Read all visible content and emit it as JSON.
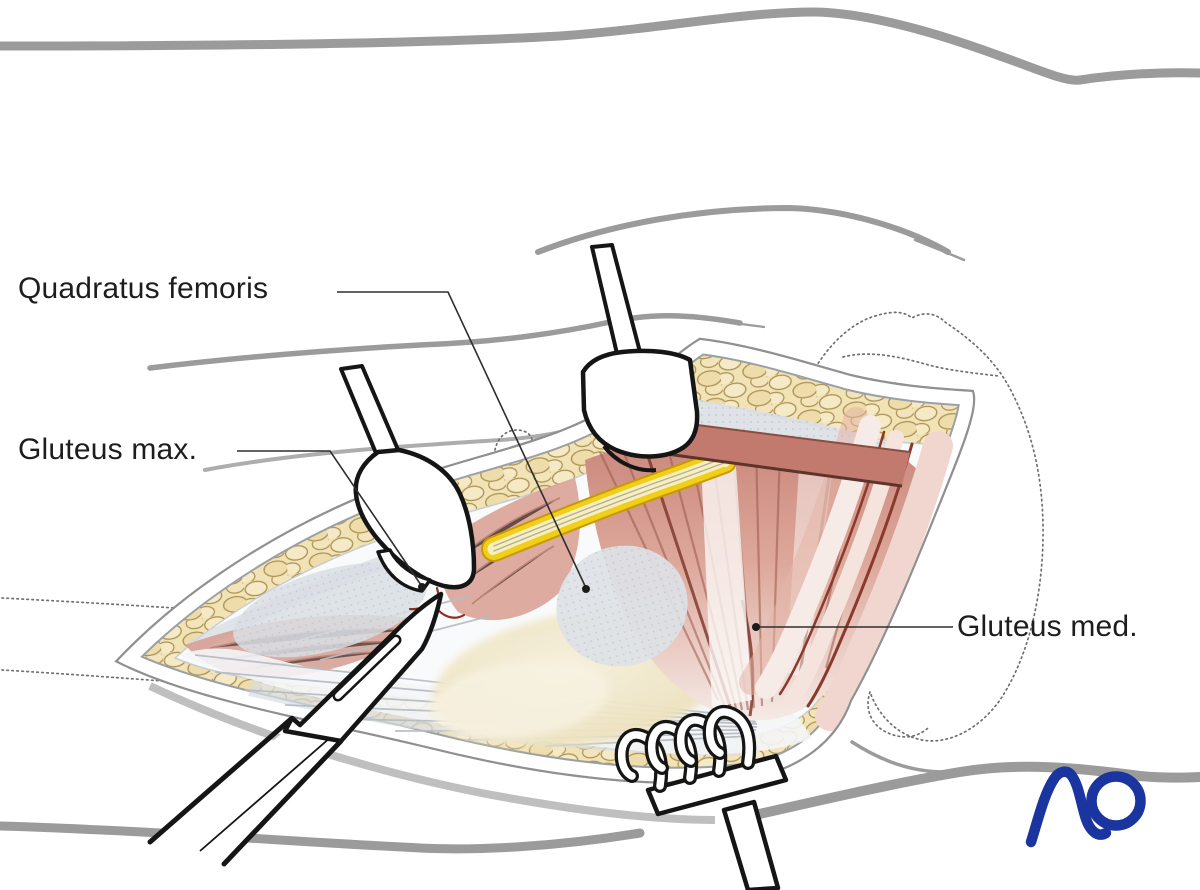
{
  "figure": {
    "kind": "surgical-approach-illustration",
    "labels": [
      {
        "id": "quadratus-femoris",
        "text": "Quadratus femoris"
      },
      {
        "id": "gluteus-max",
        "text": "Gluteus max."
      },
      {
        "id": "gluteus-med",
        "text": "Gluteus med."
      }
    ],
    "logo": {
      "text": "AO"
    },
    "colors": {
      "label_text": "#1d1d1d",
      "logo_blue": "#1a359f",
      "skin_line_gray": "#9b9b9b",
      "wound_edge_gray": "#909090",
      "fat_yellow": "#f2e3b6",
      "fat_lobule_outline": "#aa9154",
      "muscle_pink": "#cf8b80",
      "muscle_deep_band": "#c27a6f",
      "muscle_streak": "#7c3328",
      "nerve_yellow": "#f1ce1a",
      "nerve_pale": "#f7f0bd",
      "fascia_gray": "#dde2e7",
      "bursa_cream": "#ece1bd",
      "instrument_outline": "#151515",
      "dotted_outline": "#6f6f6f"
    }
  }
}
